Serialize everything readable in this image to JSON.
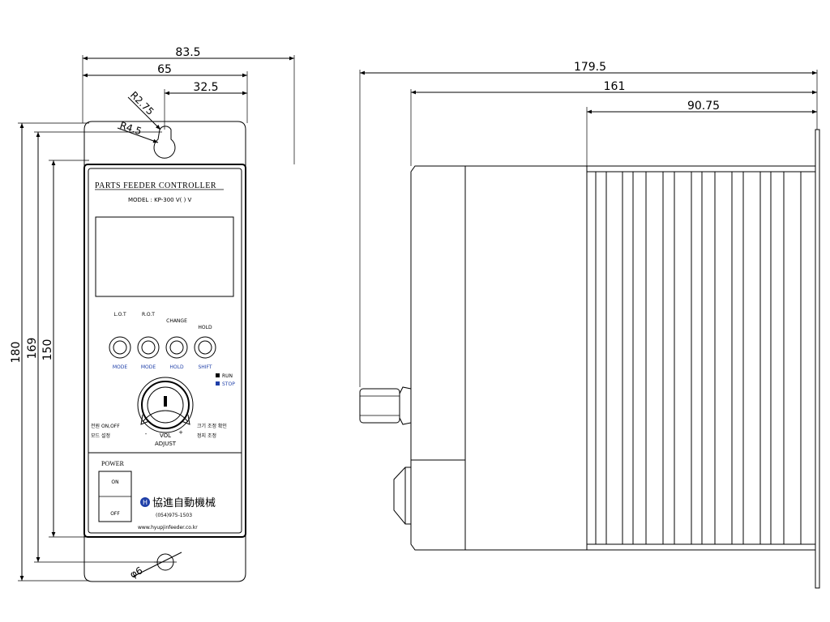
{
  "dimensions": {
    "front_width_overall": "83.5",
    "front_width_mount": "65",
    "front_width_half": "32.5",
    "keyhole_radius_large": "R2.75",
    "keyhole_radius_small": "R4.5",
    "height_overall": "180",
    "height_mount": "169",
    "height_body": "150",
    "hole_diameter": "φ6",
    "side_depth_overall": "179.5",
    "side_depth_body": "161",
    "side_depth_heatsink": "90.75"
  },
  "panel": {
    "title": "PARTS FEEDER  CONTROLLER",
    "model": "MODEL : KP-300 V(   ) V",
    "button_labels_top": [
      "L.O.T",
      "R.O.T",
      "CHANGE",
      "HOLD"
    ],
    "button_labels_bottom": [
      "MODE",
      "MODE",
      "HOLD",
      "SHIFT"
    ],
    "legend": [
      "RUN",
      "STOP"
    ],
    "knob_minus": "-",
    "knob_plus": "+",
    "knob_label": "VOL",
    "adjust_label": "ADJUST",
    "left_note_1": "전원 ON,OFF",
    "left_note_2": "모드 설정",
    "right_note_1": "크기 조정 확인",
    "right_note_2": "정지 조정",
    "power_label": "POWER",
    "switch_on": "ON",
    "switch_off": "OFF",
    "brand": "協進自動機械",
    "phone": "(054)975-1503",
    "website": "www.hyupjinfeeder.co.kr"
  },
  "colors": {
    "line": "#000000",
    "accent_blue": "#1f3fa8"
  }
}
